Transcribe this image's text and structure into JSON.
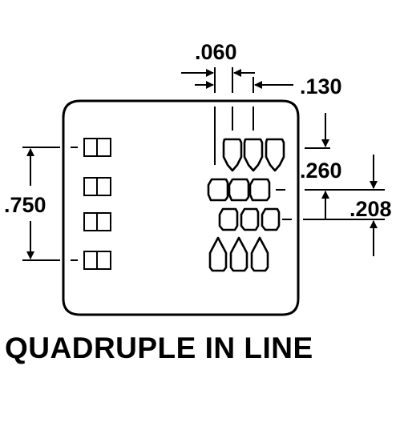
{
  "dimensions": {
    "pin_width": ".060",
    "pin_pitch": ".130",
    "row_spacing_a": ".260",
    "row_spacing_b": ".208",
    "body_span": ".750"
  },
  "caption": "QUADRUPLE IN LINE"
}
